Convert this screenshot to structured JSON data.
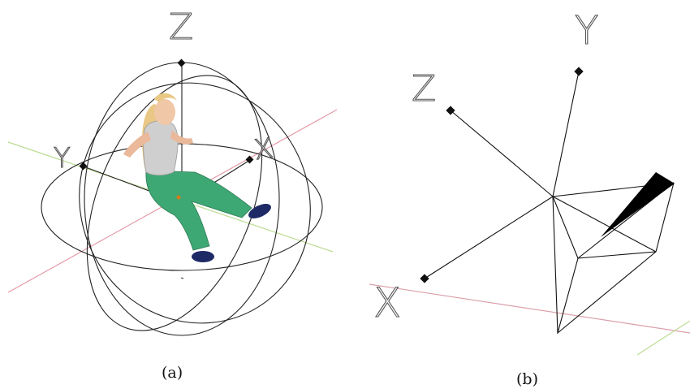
{
  "panel_a": {
    "caption": "(a)",
    "axis_labels": {
      "z": "Z",
      "y": "Y",
      "x": "X"
    },
    "figure": "woman-avatar-figure",
    "colors": {
      "x_axis": "#e08a9a",
      "y_axis": "#b6d88a",
      "gizmo": "#222222",
      "pants": "#3aa56b",
      "shirt": "#cfcfcf",
      "hair": "#e8c884"
    }
  },
  "panel_b": {
    "caption": "(b)",
    "axis_labels": {
      "z": "Z",
      "y": "Y",
      "x": "X"
    },
    "colors": {
      "x_axis": "#d89aa6",
      "y_axis": "#b6d88a",
      "lines": "#111111",
      "wedge": "#000000"
    }
  }
}
